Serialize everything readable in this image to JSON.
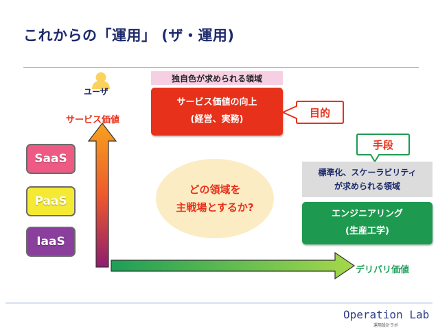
{
  "title": "これからの「運用」 (ザ・運用)",
  "user": {
    "label": "ユーザ"
  },
  "axes": {
    "service_value": "サービス価値",
    "delivery_value": "デリバリ価値"
  },
  "layers": {
    "saas": "SaaS",
    "paas": "PaaS",
    "iaas": "IaaS"
  },
  "top_caption": "独自色が求められる領域",
  "goal_box": {
    "line1": "サービス価値の向上",
    "line2": "(経営、実務)"
  },
  "goal_callout": "目的",
  "question": {
    "line1": "どの領域を",
    "line2": "主戦場とするか?"
  },
  "means_callout": "手段",
  "standard_box": {
    "line1": "標準化、スケーラビリティ",
    "line2": "が求められる領域"
  },
  "engineering_box": {
    "line1": "エンジニアリング",
    "line2": "(生産工学)"
  },
  "logo": {
    "name": "Operation Lab",
    "sub": "運用設計ラボ"
  },
  "colors": {
    "title": "#1d2a6b",
    "service_red": "#e8311a",
    "delivery_green": "#1e9a50",
    "saas": "#ef5a84",
    "paas": "#f4ea33",
    "iaas": "#8a3f9c",
    "user_yellow": "#fbd35c"
  }
}
